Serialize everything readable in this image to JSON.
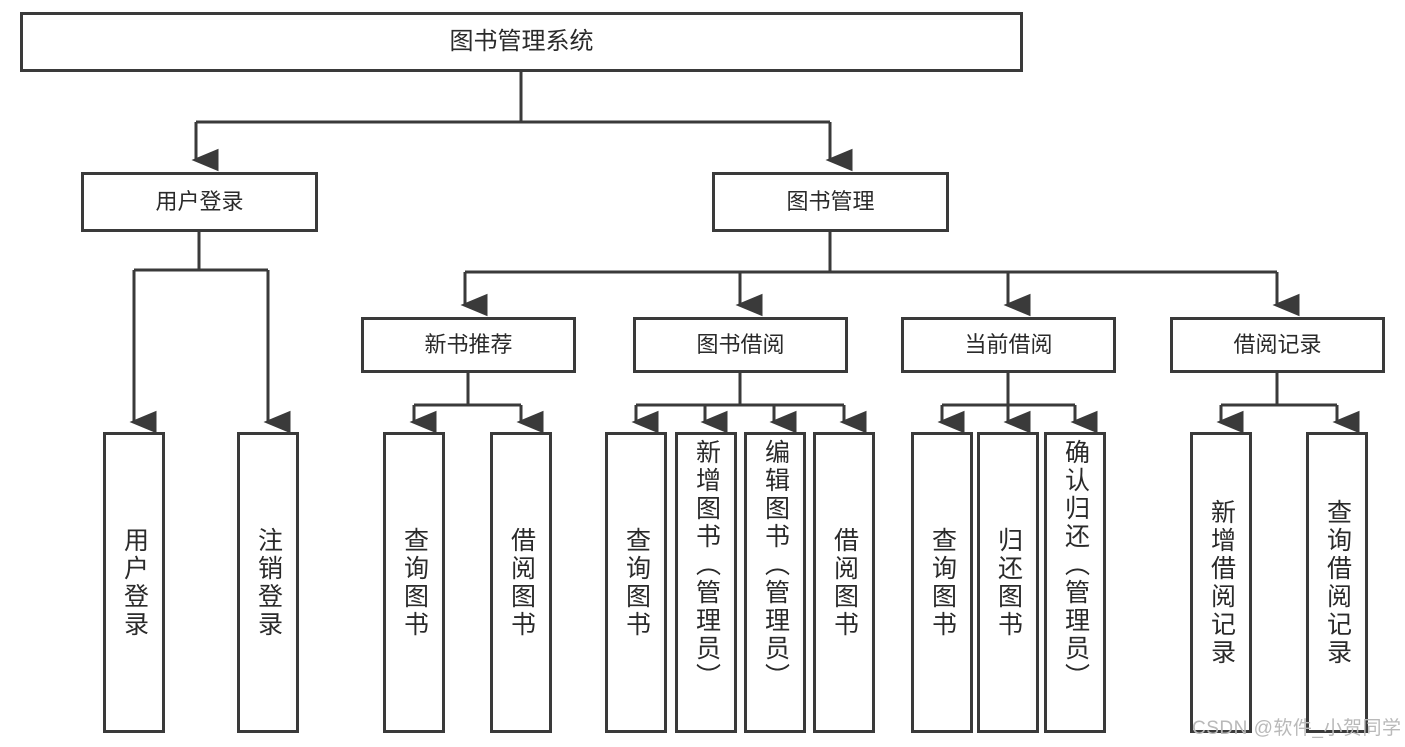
{
  "diagram": {
    "type": "tree-hierarchy-chart",
    "title": "图书管理系统",
    "stroke_color": "#3a3a3a",
    "fill_color": "#ffffff",
    "text_color": "#2a2a2a",
    "root": {
      "label": "图书管理系统"
    },
    "level1": [
      {
        "label": "用户登录"
      },
      {
        "label": "图书管理"
      }
    ],
    "level2": [
      {
        "label": "新书推荐"
      },
      {
        "label": "图书借阅"
      },
      {
        "label": "当前借阅"
      },
      {
        "label": "借阅记录"
      }
    ],
    "leaves": [
      {
        "label": "用户登录",
        "parent": "用户登录"
      },
      {
        "label": "注销登录",
        "parent": "用户登录"
      },
      {
        "label": "查询图书",
        "parent": "新书推荐"
      },
      {
        "label": "借阅图书",
        "parent": "新书推荐"
      },
      {
        "label": "查询图书",
        "parent": "图书借阅"
      },
      {
        "label": "新增图书（管理员）",
        "parent": "图书借阅"
      },
      {
        "label": "编辑图书（管理员）",
        "parent": "图书借阅"
      },
      {
        "label": "借阅图书",
        "parent": "图书借阅"
      },
      {
        "label": "查询图书",
        "parent": "当前借阅"
      },
      {
        "label": "归还图书",
        "parent": "当前借阅"
      },
      {
        "label": "确认归还（管理员）",
        "parent": "当前借阅"
      },
      {
        "label": "新增借阅记录",
        "parent": "借阅记录"
      },
      {
        "label": "查询借阅记录",
        "parent": "借阅记录"
      }
    ]
  },
  "watermark": {
    "text": "CSDN @软件_小贺同学"
  }
}
